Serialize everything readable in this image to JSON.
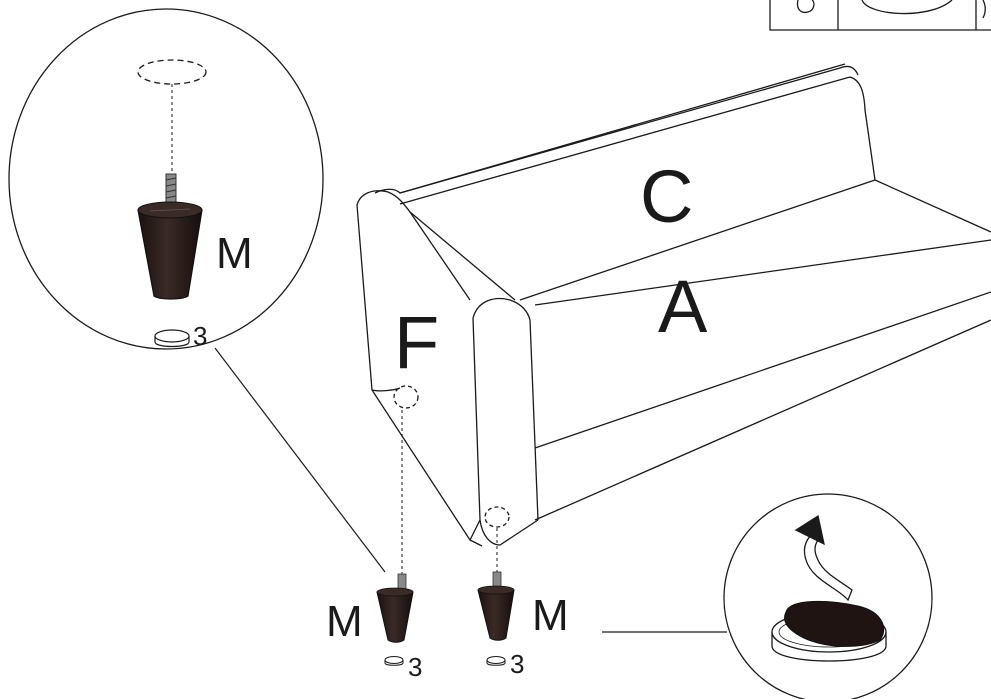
{
  "labels": {
    "part_c": "C",
    "part_a": "A",
    "part_f": "F",
    "leg_zoom": "M",
    "leg_left": "M",
    "leg_right": "M",
    "washer_zoom_qty": "3",
    "washer_left_qty": "3",
    "washer_right_qty": "3"
  },
  "icons": {
    "sofa": "sofa-outline",
    "leg": "tapered-leg-icon",
    "washer": "washer-icon",
    "peel": "peel-backing-arrow-icon"
  },
  "colors": {
    "line": "#1a1a1a",
    "leg_fill": "#2b1e1b"
  }
}
